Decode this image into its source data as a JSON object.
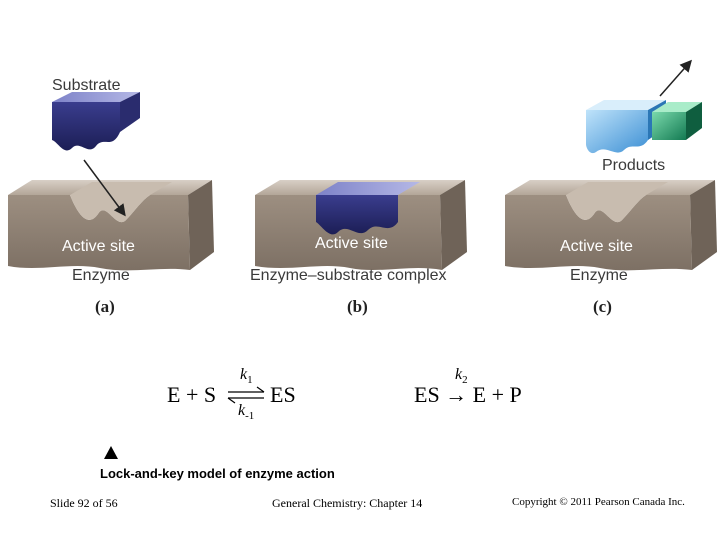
{
  "figure": {
    "substrate_label": "Substrate",
    "products_label": "Products",
    "active_site_a": "Active site",
    "active_site_b": "Active site",
    "active_site_c": "Active site",
    "enzyme_a": "Enzyme",
    "complex_b": "Enzyme–substrate complex",
    "enzyme_c": "Enzyme",
    "panel_a": "(a)",
    "panel_b": "(b)",
    "panel_c": "(c)",
    "colors": {
      "enzyme": "#a89a8c",
      "substrate": "#3c3f8f",
      "product_blue": "#4ba3de",
      "product_green": "#1f9a6a"
    }
  },
  "equations": {
    "eq1_left": "E + S",
    "eq1_right": "ES",
    "k1": "k",
    "k1_sub": "1",
    "k_minus1": "k",
    "k_minus1_sub": "-1",
    "eq2": "ES → E + P",
    "k2": "k",
    "k2_sub": "2"
  },
  "caption": "Lock-and-key model of enzyme action",
  "footer": {
    "slide": "Slide 92 of 56",
    "chapter": "General Chemistry: Chapter 14",
    "copyright": "Copyright © 2011 Pearson Canada Inc."
  }
}
